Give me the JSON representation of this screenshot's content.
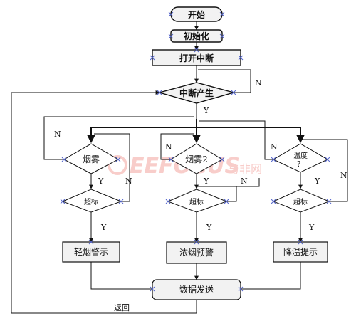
{
  "nodes": {
    "start": "开始",
    "init": "初始化",
    "open_interrupt": "打开中断",
    "interrupt_generated": "中断产生",
    "smoke_fog": "烟雾",
    "smoke2": "烟雾2",
    "temperature": "温度\n？",
    "exceed_1": "超标",
    "exceed_2": "超标",
    "exceed_3": "超标",
    "light_smoke_alarm": "轻烟警示",
    "dense_smoke_warning": "浓烟预警",
    "cooling_prompt": "降温提示",
    "data_send": "数据发送"
  },
  "edge_labels": {
    "yes": "Y",
    "no": "N",
    "return": "返回"
  },
  "watermark": {
    "brand": "EEFOCUS",
    "suffix": "与非网"
  },
  "colors": {
    "line": "#111111",
    "node_fill": "#f2f2f2",
    "watermark": "#f4a6a0",
    "connector": "#5566cc"
  }
}
